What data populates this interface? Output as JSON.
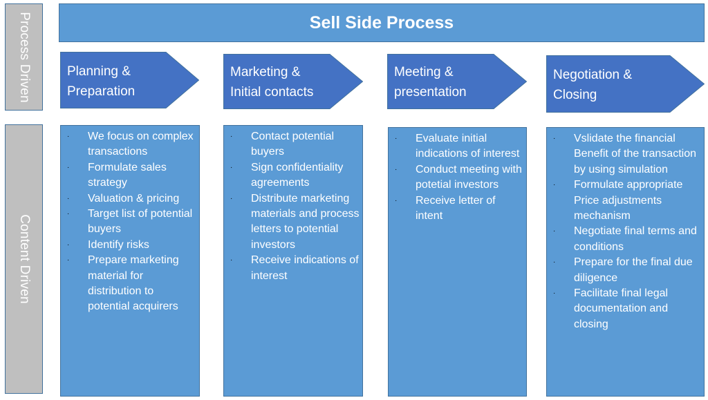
{
  "title": "Sell Side Process",
  "side_labels": {
    "process": "Process Driven",
    "content": "Content Driven"
  },
  "colors": {
    "title_fill": "#5b9bd5",
    "arrow_fill": "#4472c4",
    "box_fill": "#5b9bd5",
    "side_fill": "#bfbfbf",
    "border": "#41719c",
    "text": "#ffffff"
  },
  "stages": [
    {
      "label": "Planning &\nPreparation",
      "items": [
        "We focus on complex transactions",
        "Formulate sales strategy",
        "Valuation & pricing",
        "Target list of potential buyers",
        "Identify risks",
        "Prepare marketing material for distribution to potential acquirers"
      ]
    },
    {
      "label": "Marketing &\nInitial contacts",
      "items": [
        "Contact potential buyers",
        "Sign confidentiality agreements",
        "Distribute marketing materials and process letters to potential investors",
        "Receive indications of interest"
      ]
    },
    {
      "label": "Meeting &\npresentation",
      "items": [
        "Evaluate initial indications of interest",
        "Conduct meeting with potetial investors",
        "Receive letter of intent"
      ]
    },
    {
      "label": "Negotiation &\nClosing",
      "items": [
        "Vslidate the financial Benefit of the transaction by using simulation",
        "Formulate appropriate Price adjustments mechanism",
        "Negotiate final terms and conditions",
        "Prepare for the final due diligence",
        "Facilitate final legal documentation and closing"
      ]
    }
  ]
}
